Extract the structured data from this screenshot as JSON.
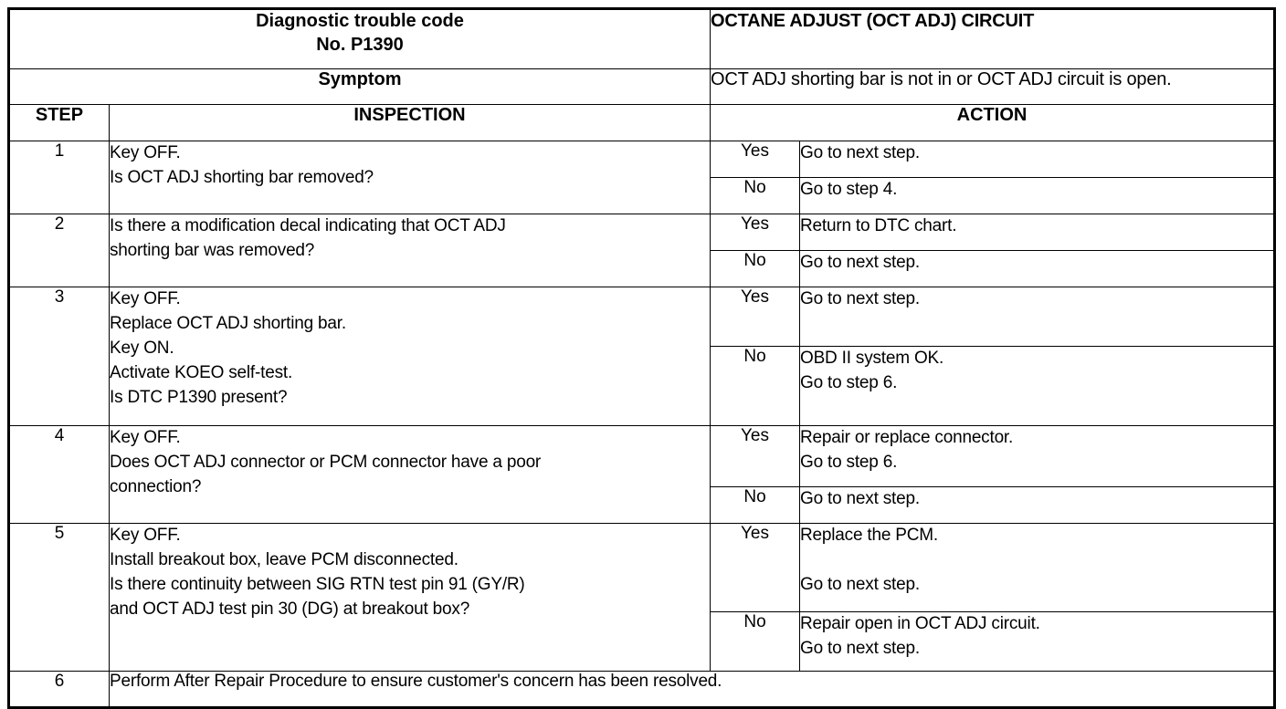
{
  "header": {
    "dtc_label_line1": "Diagnostic trouble code",
    "dtc_label_line2": "No. P1390",
    "circuit_title": "OCTANE ADJUST (OCT ADJ) CIRCUIT",
    "symptom_label": "Symptom",
    "symptom_text": "OCT ADJ shorting bar is not in or OCT ADJ circuit is open."
  },
  "columns": {
    "step": "STEP",
    "inspection": "INSPECTION",
    "action": "ACTION"
  },
  "answers": {
    "yes": "Yes",
    "no": "No"
  },
  "rows": [
    {
      "step": "1",
      "inspection": [
        "Key OFF.",
        "Is OCT ADJ shorting bar removed?"
      ],
      "yes_action": [
        "Go to next step."
      ],
      "no_action": [
        "Go to step 4."
      ]
    },
    {
      "step": "2",
      "inspection": [
        "Is there a modification decal indicating that OCT ADJ",
        "shorting bar was removed?"
      ],
      "yes_action": [
        "Return to DTC chart."
      ],
      "no_action": [
        "Go to next step."
      ]
    },
    {
      "step": "3",
      "inspection": [
        "Key OFF.",
        "Replace OCT ADJ shorting bar.",
        "Key ON.",
        "Activate KOEO self-test.",
        "Is DTC P1390 present?"
      ],
      "yes_action": [
        "Go to next step."
      ],
      "no_action": [
        "OBD II system OK.",
        "Go to step 6."
      ]
    },
    {
      "step": "4",
      "inspection": [
        "Key OFF.",
        "Does OCT ADJ connector or PCM connector have a poor",
        "connection?"
      ],
      "yes_action": [
        "Repair or replace connector.",
        "Go to step 6."
      ],
      "no_action": [
        "Go to next step."
      ]
    },
    {
      "step": "5",
      "inspection": [
        "Key OFF.",
        "Install breakout box, leave PCM disconnected.",
        "Is there continuity between SIG RTN test pin 91 (GY/R)",
        "and OCT ADJ test pin 30 (DG) at breakout box?"
      ],
      "yes_action": [
        "Replace the PCM.",
        "",
        "Go to next step."
      ],
      "no_action": [
        "Repair open in OCT ADJ circuit.",
        "Go to next step."
      ]
    }
  ],
  "final_row": {
    "step": "6",
    "text": "Perform After Repair Procedure to ensure customer's concern has been resolved."
  }
}
